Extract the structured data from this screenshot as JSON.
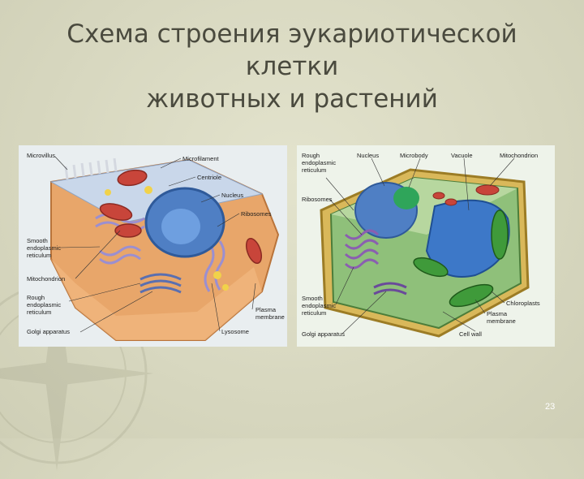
{
  "slide": {
    "title_line1": "Схема строения эукариотической клетки",
    "title_line2": "животных и растений",
    "number": "23"
  },
  "animal_cell": {
    "labels": {
      "microvillus": "Microvillus",
      "microfilament": "Microfilament",
      "centriole": "Centriole",
      "nucleus": "Nucleus",
      "ribosomes": "Ribosomes",
      "smooth_er": "Smooth\nendoplasmic\nreticulum",
      "mitochondrion": "Mitochondrion",
      "rough_er": "Rough\nendoplasmic\nreticulum",
      "golgi": "Golgi apparatus",
      "lysosome": "Lysosome",
      "plasma_membrane": "Plasma\nmembrane"
    }
  },
  "plant_cell": {
    "labels": {
      "rough_er": "Rough\nendoplasmic\nreticulum",
      "nucleus": "Nucleus",
      "microbody": "Microbody",
      "vacuole": "Vacuole",
      "mitochondrion": "Mitochondrion",
      "ribosomes": "Ribosomes",
      "smooth_er": "Smooth\nendoplasmic\nreticulum",
      "golgi": "Golgi apparatus",
      "cell_wall": "Cell wall",
      "plasma_membrane": "Plasma\nmembrane",
      "chloroplasts": "Chloroplasts"
    }
  },
  "colors": {
    "background": "#d9d9c2",
    "title": "#4a4a3e",
    "cell_body": "#e8a66a",
    "nucleus": "#4f7fc4",
    "mitochondria": "#c8453a",
    "chloroplast": "#3f9a3a",
    "cell_wall": "#d9b85a",
    "vacuole": "#3d78c8"
  }
}
